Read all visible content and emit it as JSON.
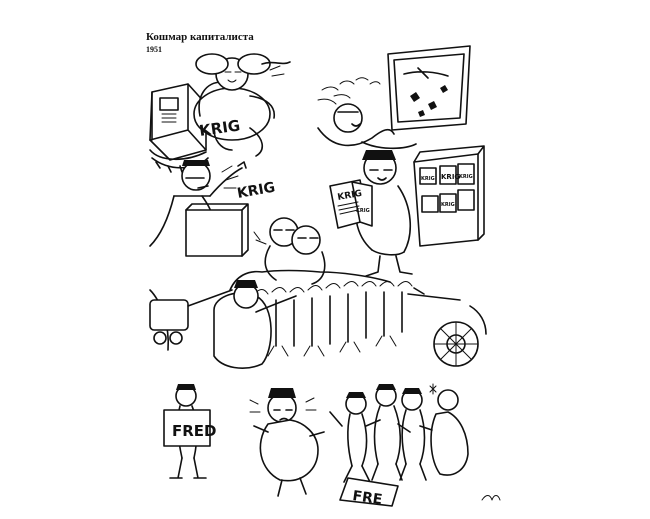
{
  "page": {
    "title": "Кошмар капиталиста",
    "year": "1951"
  },
  "cartoon": {
    "krig_machine": "KRIG",
    "krig_shout": "KRIG",
    "newspaper_big": "KRIG",
    "newspaper_small": "KRIG",
    "kiosk_1": "KRIG",
    "kiosk_2": "KRIG",
    "kiosk_3": "KRIG",
    "kiosk_4": "KRIG",
    "placard": "FRED",
    "torn_sign": "FRE"
  }
}
